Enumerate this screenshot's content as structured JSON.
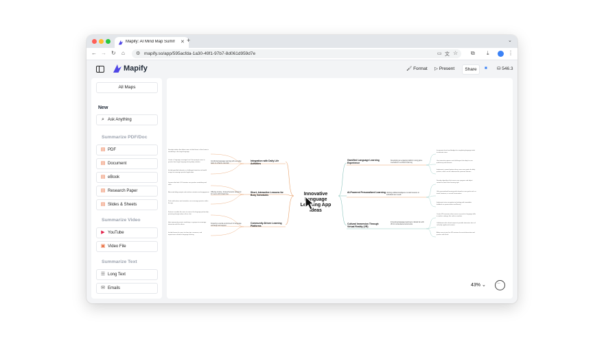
{
  "browser": {
    "tab_title": "Mapify: AI Mind Map Summar",
    "url": "mapify.so/app/595acfda-1a30-49f1-97b7-8d061d959d7e"
  },
  "header": {
    "brand": "Mapify",
    "format_label": "Format",
    "present_label": "Present",
    "share_label": "Share",
    "credits": "546.3"
  },
  "sidebar": {
    "all_maps": "All Maps",
    "new_label": "New",
    "ask_anything": "Ask Anything",
    "groups": [
      {
        "title": "Summarize PDF/Doc",
        "items": [
          "PDF",
          "Document",
          "eBook",
          "Research Paper",
          "Slides & Sheets"
        ]
      },
      {
        "title": "Summarize Video",
        "items": [
          "YouTube",
          "Video File"
        ]
      },
      {
        "title": "Summarize Text",
        "items": [
          "Long Text",
          "Emails"
        ]
      }
    ]
  },
  "mindmap": {
    "root": "Innovative Language Learning App Ideas",
    "left": [
      {
        "title": "Integration with Daily Life Activities",
        "sub": "Combining language learning with everyday tasks to enhance retention",
        "leaves": [
          "Develop intuitive that allows users to label items in their home in vocabulary in the target language",
          "Create a \"language scavenger hunt\" that prompts users to practice their target language during daily activities",
          "Include gamified elements or challenges based on real-world usage to encourage practical application"
        ]
      },
      {
        "title": "Short, Interactive Lessons for Busy Schedules",
        "sub": "Offering concise, focused lessons designed for users with limited time",
        "leaves": [
          "Lessons that take 5–10 minutes can practice vocabulary and skills",
          "Bite-sized daily prompts and reinforce retention and engagement",
          "Push notifications and reminders can encourage practice within the app"
        ]
      },
      {
        "title": "Community-Driven Learning Platforms",
        "sub": "Fostering a social environment for language exchange and support",
        "leaves": [
          "Feature to enable the users to connect for language partnership, practicing through video calls or chat",
          "Host community events, workshops, or groups to encourage interaction with the others",
          "Include forums for users to share tips, resources, and experiences related to language learning"
        ]
      }
    ],
    "right": [
      {
        "title": "Gamified Language Learning Experience",
        "sub": "Developing an engaging platform using game mechanics to enhance learning",
        "leaves": [
          "Incorporate levels and badges for completing language tasks to motivate users",
          "Use interactive quizzes and challenges that adapt to user proficiency and interests",
          "Implement a reward system where users earn points for daily practice, which can be redeemed for premium features"
        ]
      },
      {
        "title": "AI-Powered Personalized Learning",
        "sub": "Utilizing artificial intelligence to tailor lessons to individual user needs",
        "leaves": [
          "Develop algorithms that assess user progress and adjust content to match their learning style",
          "Offer personalized learning paths based on user goals such as travel, business, or casual conversation",
          "Implement voice recognition technology with immediate feedback on pronunciation and fluency"
        ]
      },
      {
        "title": "Cultural Immersion Through Virtual Reality (VR)",
        "sub": "Immersing language learning in cultural fun with VR for contextual environments",
        "leaves": [
          "Create VR scenarios where users can practice language skills in realistic settings, like cafés or markets",
          "Collaborate with cultural experts to provide immersive tours of culturally significant locations",
          "Allow users to join live VR sessions for social interaction and practice with locals"
        ]
      }
    ]
  },
  "canvas": {
    "zoom": "43%"
  },
  "colors": {
    "accent": "#4f46e5",
    "branch_orange": "#e8a06a",
    "branch_teal": "#8fc6bf"
  }
}
